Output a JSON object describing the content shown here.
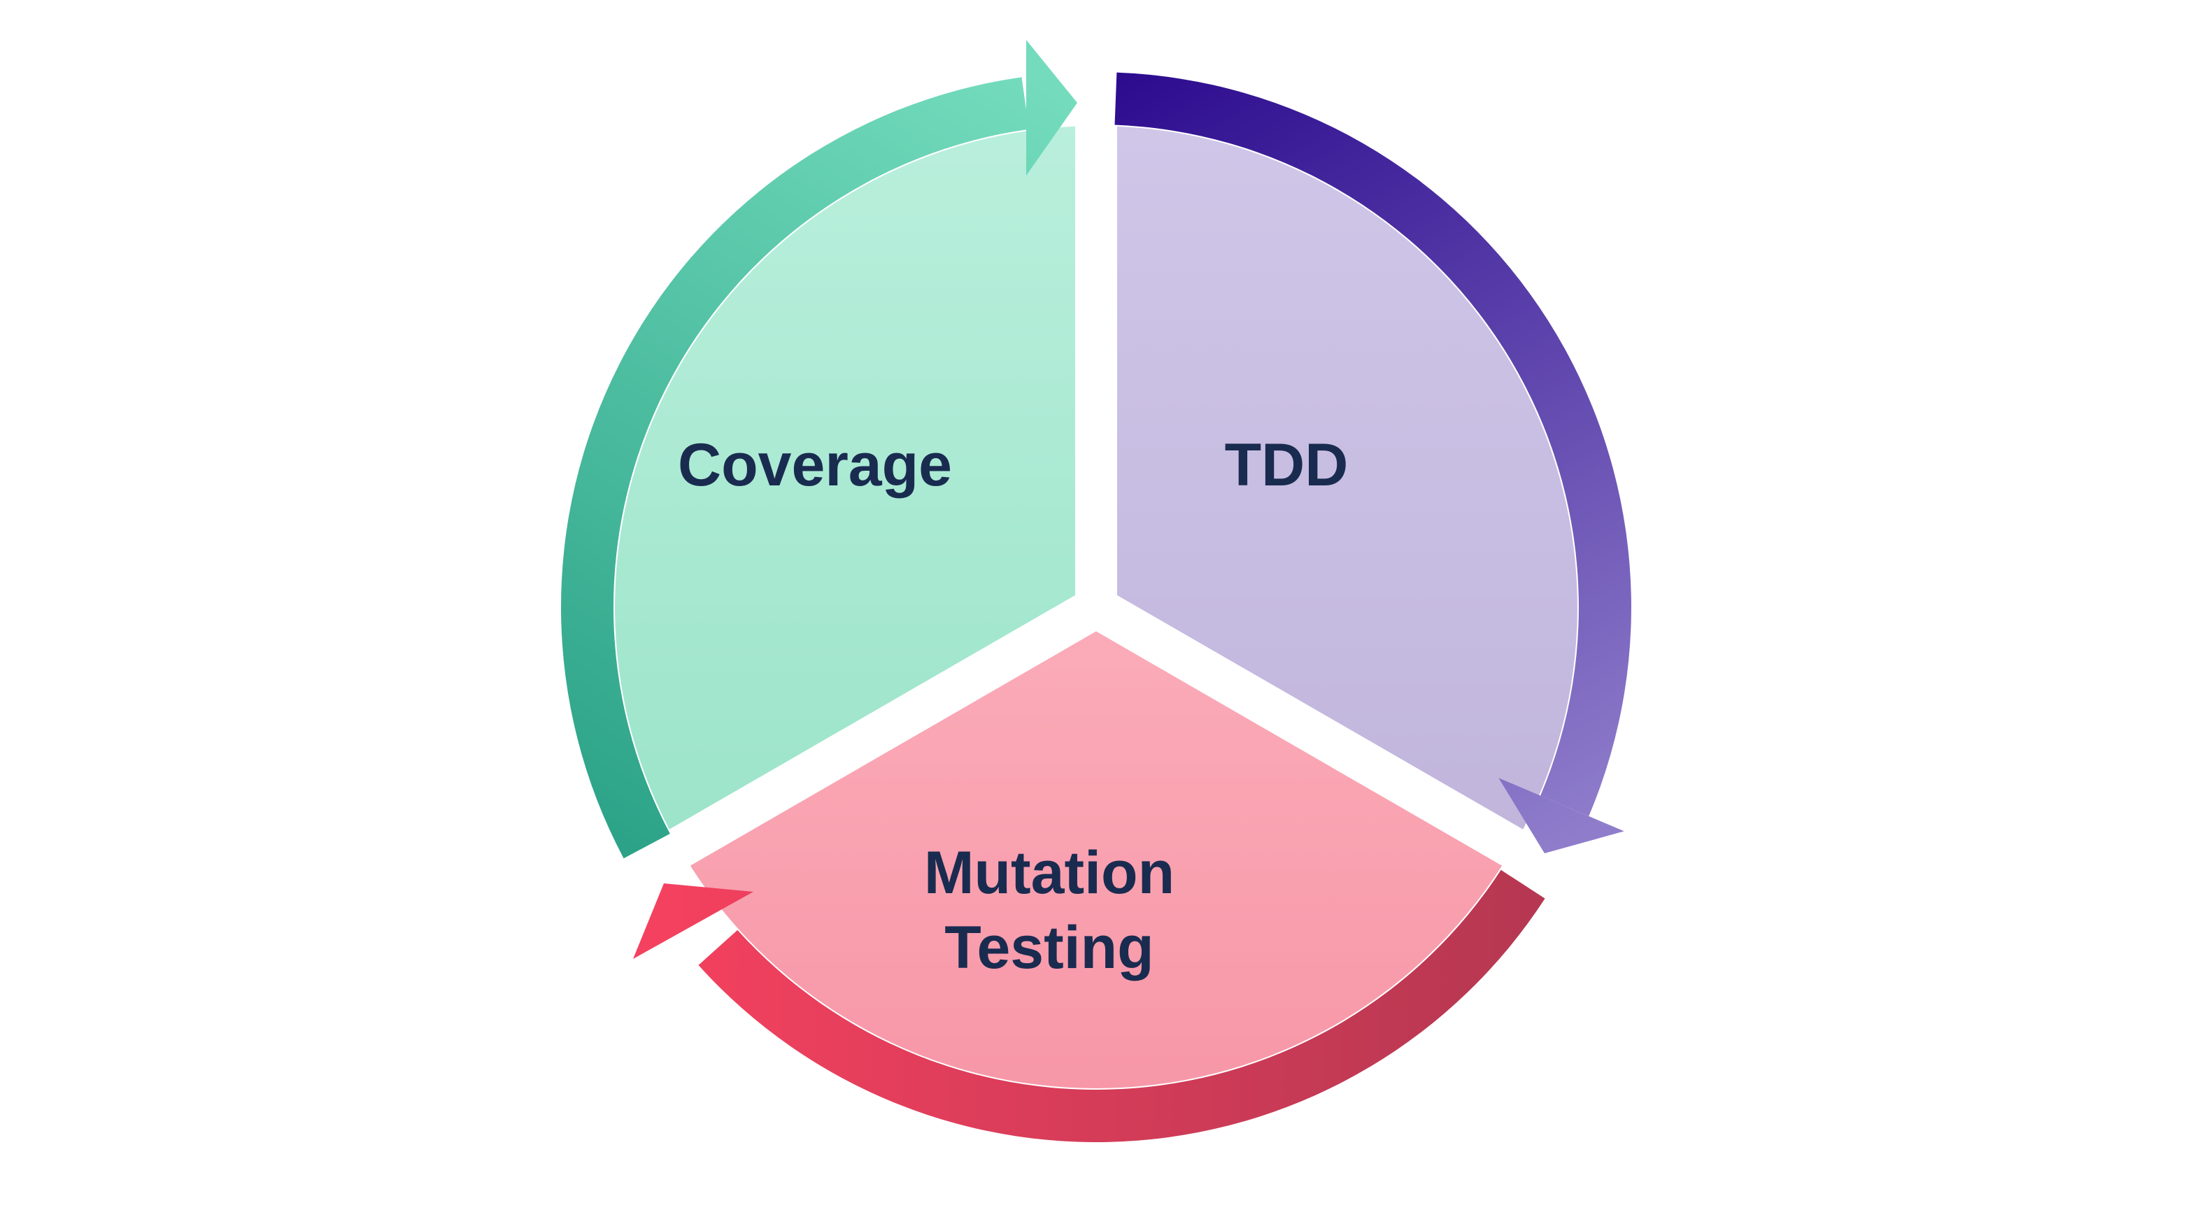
{
  "diagram": {
    "type": "cycle-diagram",
    "direction": "clockwise",
    "background_color": "#ffffff",
    "text_color": "#1a2b50",
    "segments": [
      {
        "id": "coverage",
        "label": "Coverage",
        "position": "upper-left",
        "fill_from": "#b9efdc",
        "fill_to": "#9ce4ca",
        "arc_from": "#2ba287",
        "arc_to": "#74dcbd"
      },
      {
        "id": "tdd",
        "label": "TDD",
        "position": "upper-right",
        "fill_from": "#cfc6e8",
        "fill_to": "#c1b5dc",
        "arc_from": "#2c0b8e",
        "arc_to": "#8f7dcb"
      },
      {
        "id": "mutation-testing",
        "label": "Mutation Testing",
        "label_line1": "Mutation",
        "label_line2": "Testing",
        "position": "bottom",
        "fill_from": "#fbabb8",
        "fill_to": "#f797a7",
        "arc_from": "#b53751",
        "arc_to": "#f4415f"
      }
    ]
  }
}
